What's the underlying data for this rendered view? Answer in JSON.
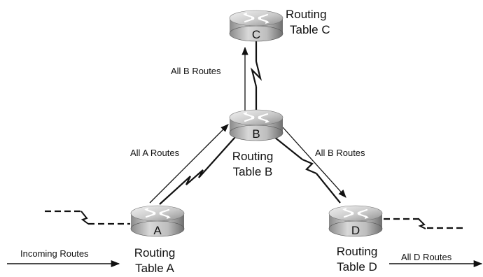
{
  "routers": {
    "a": {
      "letter": "A",
      "table_line1": "Routing",
      "table_line2": "Table A"
    },
    "b": {
      "letter": "B",
      "table_line1": "Routing",
      "table_line2": "Table B"
    },
    "c": {
      "letter": "C",
      "table_line1": "Routing",
      "table_line2": "Table C"
    },
    "d": {
      "letter": "D",
      "table_line1": "Routing",
      "table_line2": "Table D"
    }
  },
  "flows": {
    "incoming": "Incoming Routes",
    "a_to_b": "All A Routes",
    "b_to_c": "All B Routes",
    "b_to_d": "All B Routes",
    "d_out": "All D Routes"
  }
}
